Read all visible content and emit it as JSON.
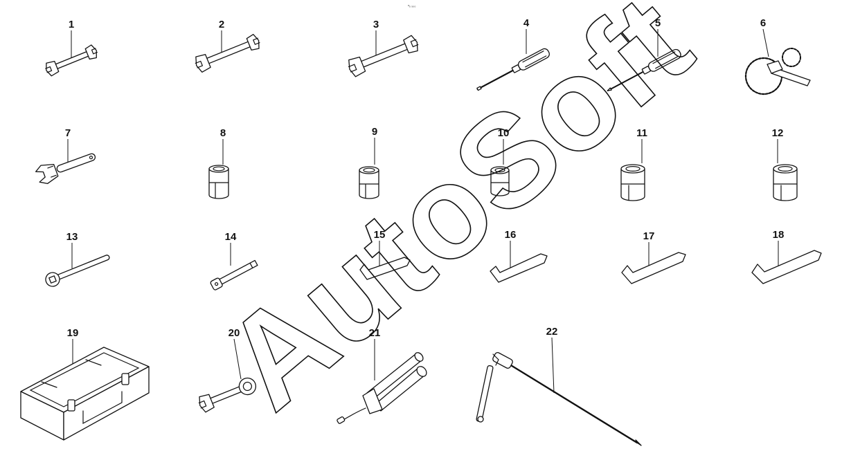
{
  "diagram": {
    "code_mark": "ᵅ₅ ₅₀₀",
    "watermark": "AutoSoft",
    "callouts": [
      "1",
      "2",
      "3",
      "4",
      "5",
      "6",
      "7",
      "8",
      "9",
      "10",
      "11",
      "12",
      "13",
      "14",
      "15",
      "16",
      "17",
      "18",
      "19",
      "20",
      "21",
      "22"
    ],
    "icons": [
      "double-open-end-wrench-icon",
      "double-open-end-wrench-icon",
      "double-open-end-wrench-icon",
      "screwdriver-icon",
      "screwdriver-icon",
      "chain-wrench-icon",
      "adjustable-wrench-icon",
      "socket-icon",
      "socket-icon",
      "socket-icon",
      "socket-icon",
      "socket-icon",
      "ratchet-handle-icon",
      "extension-bar-icon",
      "hex-key-icon",
      "hex-key-icon",
      "hex-key-icon",
      "hex-key-icon",
      "tool-case-icon",
      "combination-wrench-icon",
      "grease-gun-icon",
      "tire-lever-icon"
    ]
  }
}
